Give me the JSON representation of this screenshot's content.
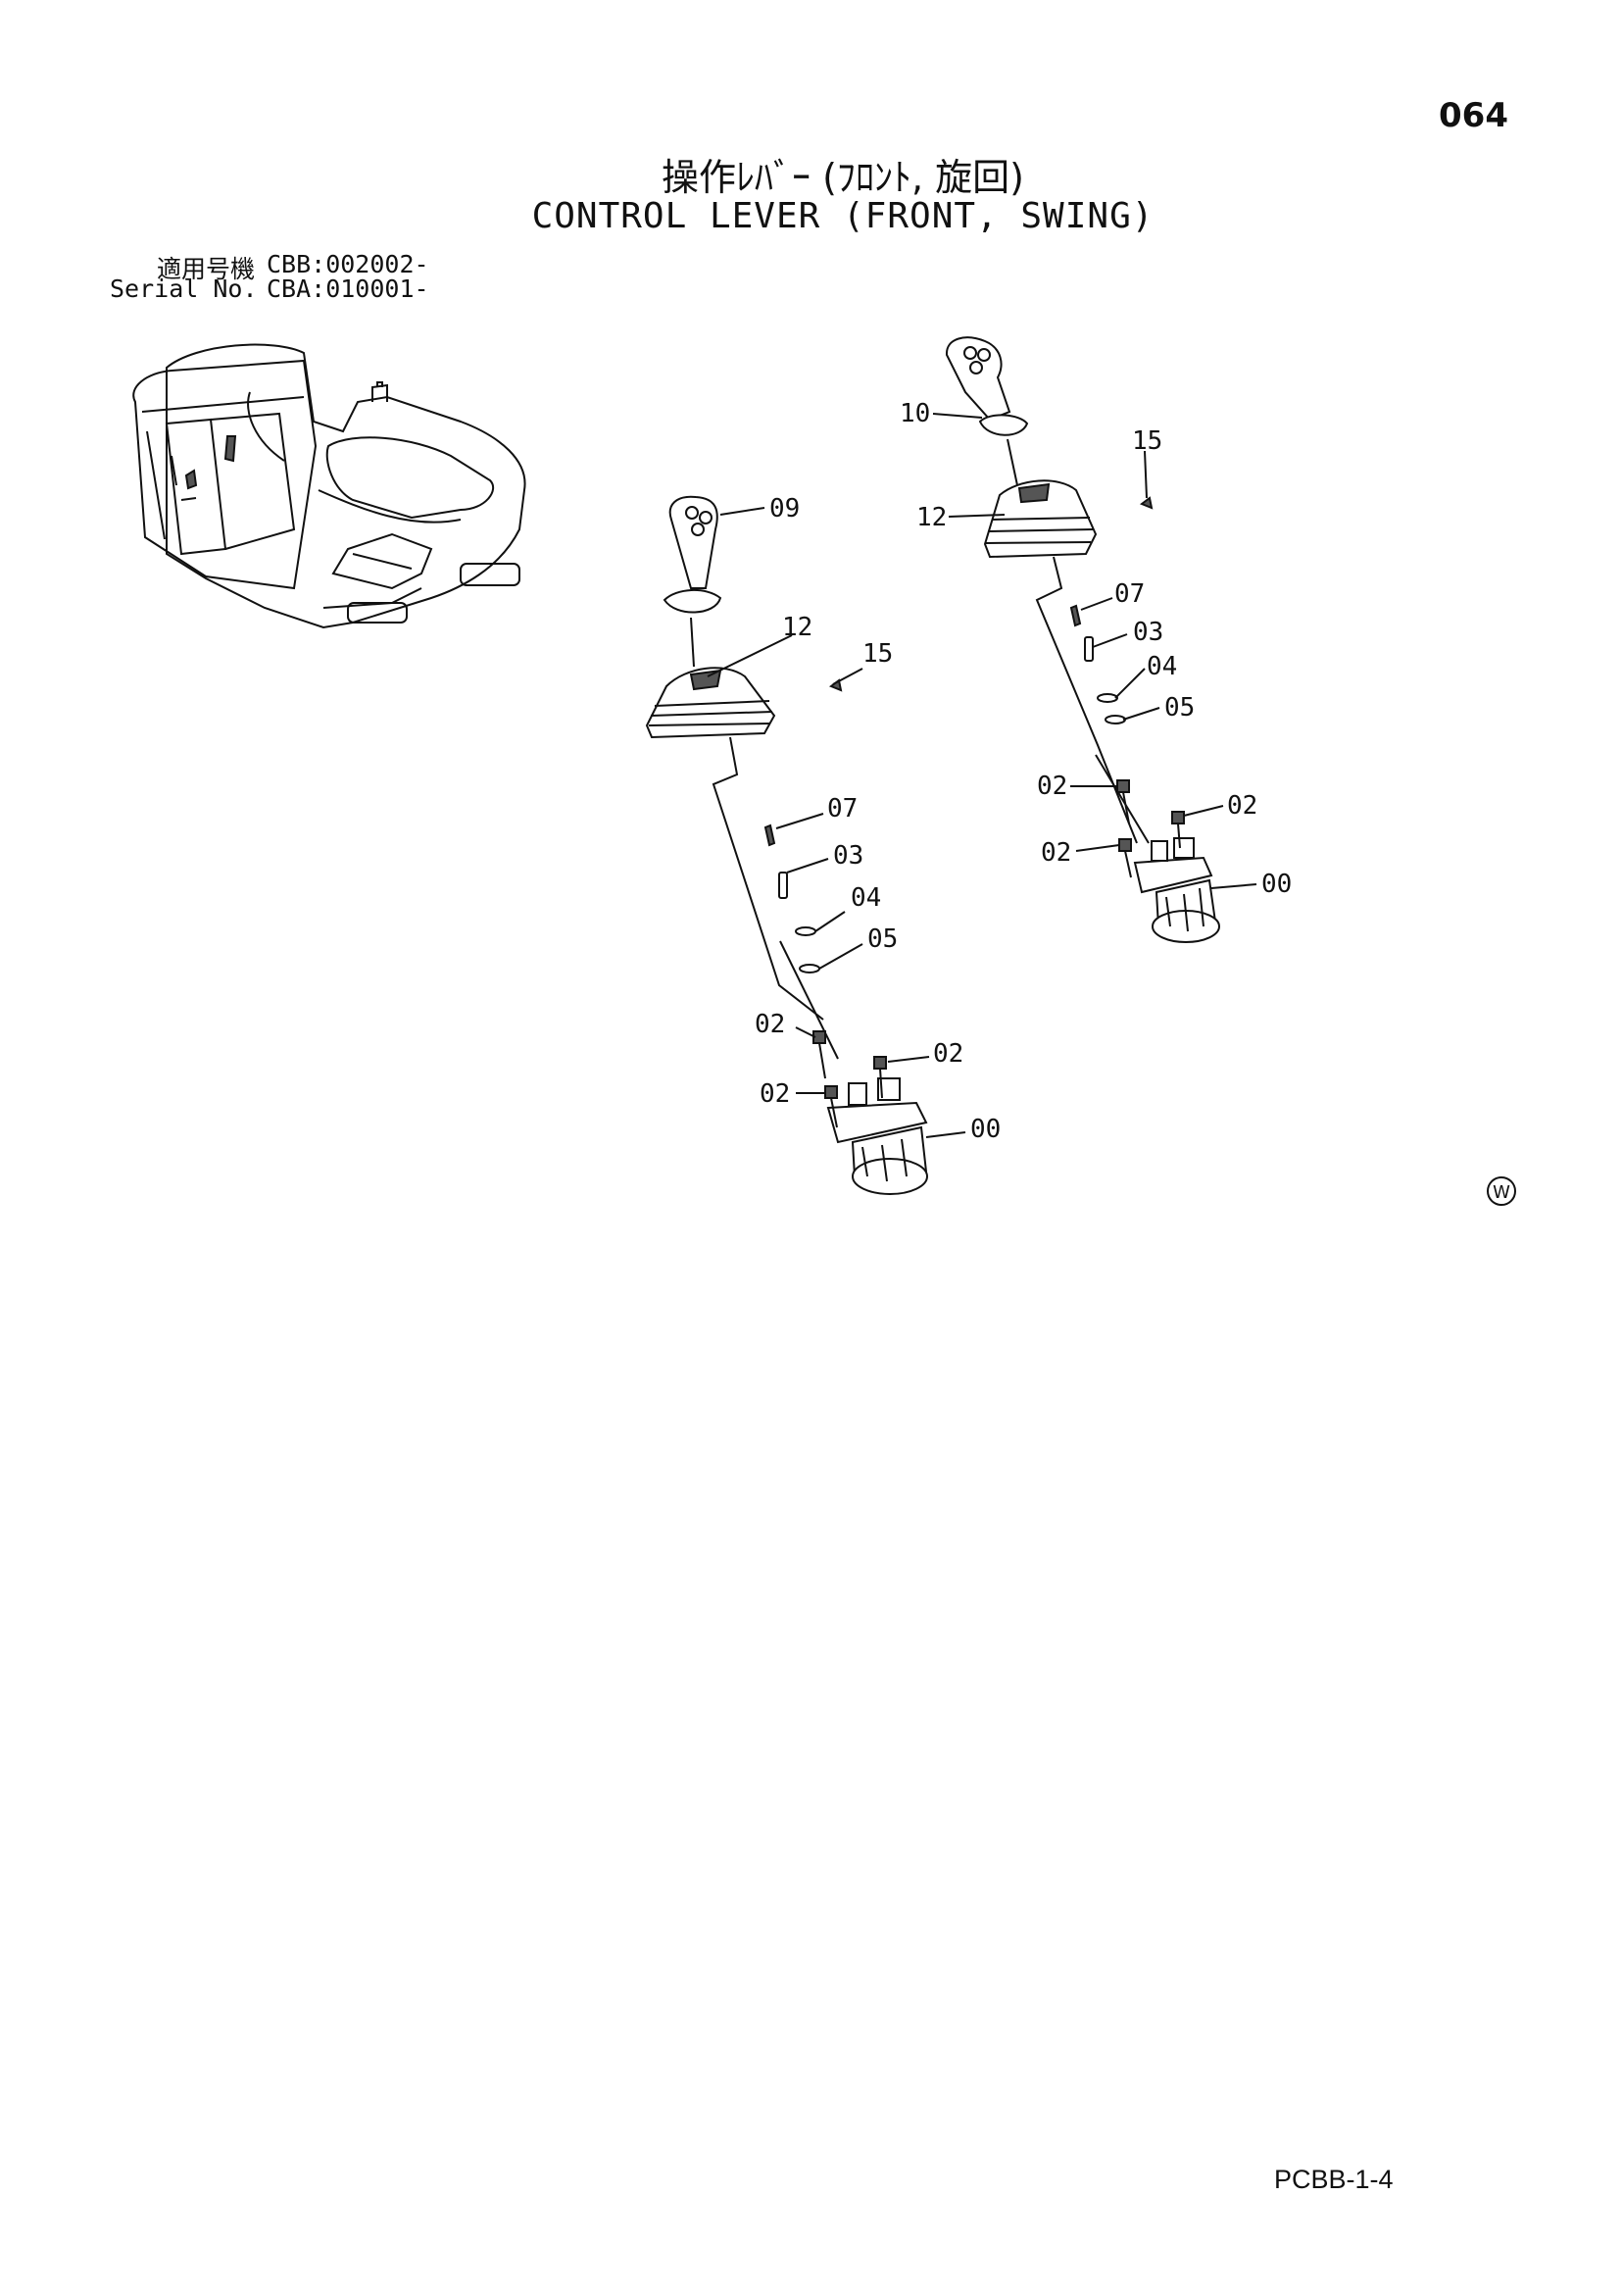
{
  "page_number": "064",
  "title_jp": "操作ﾚﾊﾞｰ (ﾌﾛﾝﾄ, 旋回)",
  "title_en": "CONTROL LEVER (FRONT, SWING)",
  "serial": {
    "label_jp": "適用号機",
    "value_1": "CBB:002002-",
    "label_en": "Serial No.",
    "value_2": "CBA:010001-"
  },
  "mark": "W",
  "page_code": "PCBB-1-4",
  "callouts_left": {
    "c09": "09",
    "c12": "12",
    "c15": "15",
    "c07": "07",
    "c03": "03",
    "c04": "04",
    "c05": "05",
    "c02a": "02",
    "c02b": "02",
    "c02c": "02",
    "c00": "00"
  },
  "callouts_right": {
    "c10": "10",
    "c15": "15",
    "c12": "12",
    "c07": "07",
    "c03": "03",
    "c04": "04",
    "c05": "05",
    "c02a": "02",
    "c02b": "02",
    "c02c": "02",
    "c00": "00"
  }
}
